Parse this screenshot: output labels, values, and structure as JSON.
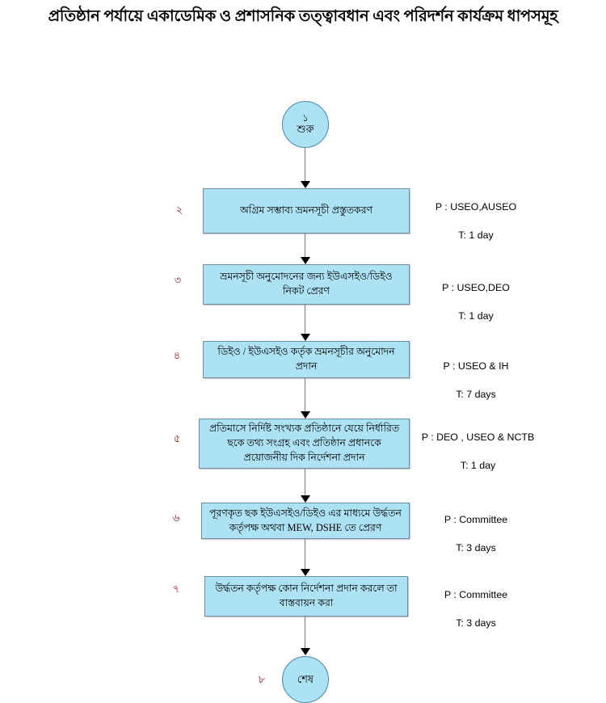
{
  "title": "প্রতিষ্ঠান পর্যায়ে একাডেমিক ও প্রশাসনিক তত্ত্বাবধান এবং পরিদর্শন কার্যক্রম ধাপসমূহ",
  "start": {
    "number": "১",
    "label": "শুরু"
  },
  "end": {
    "number": "৮",
    "label": "শেষ"
  },
  "steps": [
    {
      "number": "২",
      "text": "অগ্রিম সম্ভাব্য ভ্রমনসূচী প্রস্তুতকরণ",
      "performer": "P : USEO,AUSEO",
      "time": "T: 1 day"
    },
    {
      "number": "৩",
      "text": "ভ্রমনসূচী অনুমোদনের জন্য ইউএসইও/ডিইও নিকট  প্রেরণ",
      "performer": "P : USEO,DEO",
      "time": "T: 1 day"
    },
    {
      "number": "৪",
      "text": "ডিইও / ইউএসইও কর্তৃক ভ্রমনসূচীর অনুমোদন প্রদান",
      "performer": "P : USEO & IH",
      "time": "T: 7 days"
    },
    {
      "number": "৫",
      "text": "প্রতিমাসে নির্দিষ্ট সংখ্যক প্রতিষ্ঠানে যেয়ে নির্ধারিত ছকে তথ্য সংগ্রহ এবং প্রতিষ্ঠান প্রধানকে প্রয়োজনীয় দিক নির্দেশনা প্রদান",
      "performer": "P : DEO , USEO & NCTB",
      "time": "T: 1 day"
    },
    {
      "number": "৬",
      "text": "পূরণকৃত ছক ইউএসইও/ডিইও  এর মাধ্যমে উর্দ্ধতন কর্তৃপক্ষ অথবা MEW, DSHE তে প্রেরণ",
      "performer": "P : Committee",
      "time": "T: 3 days"
    },
    {
      "number": "৭",
      "text": "উর্দ্ধতন কর্তৃপক্ষ কোন নির্দেশনা প্রদান করলে তা বাস্তবায়ন করা",
      "performer": "P : Committee",
      "time": "T: 3 days"
    }
  ],
  "colors": {
    "box_fill": "#ADE2F5",
    "box_border": "#6f8ba4",
    "step_number": "#9e1b22",
    "connector": "#000000"
  }
}
